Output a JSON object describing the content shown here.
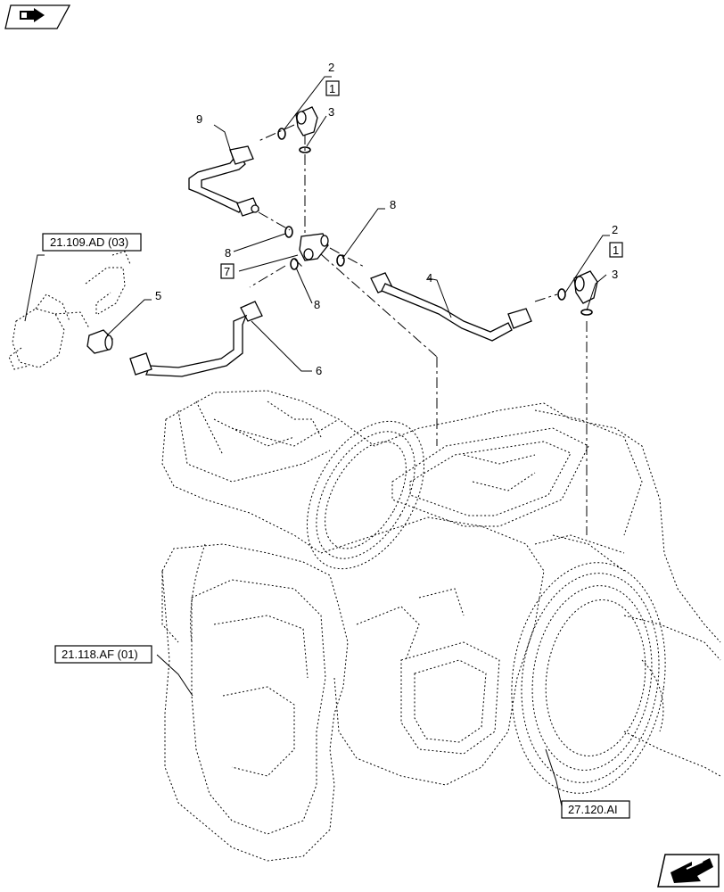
{
  "diagram": {
    "callouts": [
      {
        "id": "c-2a",
        "text": "2"
      },
      {
        "id": "c-1a",
        "text": "1"
      },
      {
        "id": "c-3a",
        "text": "3"
      },
      {
        "id": "c-9",
        "text": "9"
      },
      {
        "id": "c-8a",
        "text": "8"
      },
      {
        "id": "c-8b",
        "text": "8"
      },
      {
        "id": "c-7",
        "text": "7"
      },
      {
        "id": "c-8c",
        "text": "8"
      },
      {
        "id": "c-4",
        "text": "4"
      },
      {
        "id": "c-2b",
        "text": "2"
      },
      {
        "id": "c-1b",
        "text": "1"
      },
      {
        "id": "c-3b",
        "text": "3"
      },
      {
        "id": "c-5",
        "text": "5"
      },
      {
        "id": "c-6",
        "text": "6"
      }
    ],
    "references": [
      {
        "id": "ref-21109",
        "text": "21.109.AD (03)"
      },
      {
        "id": "ref-21118",
        "text": "21.118.AF (01)"
      },
      {
        "id": "ref-27120",
        "text": "27.120.AI"
      }
    ],
    "icons": {
      "top_left": "previous-page-arrow-icon",
      "bottom_right": "next-page-arrow-icon"
    }
  }
}
